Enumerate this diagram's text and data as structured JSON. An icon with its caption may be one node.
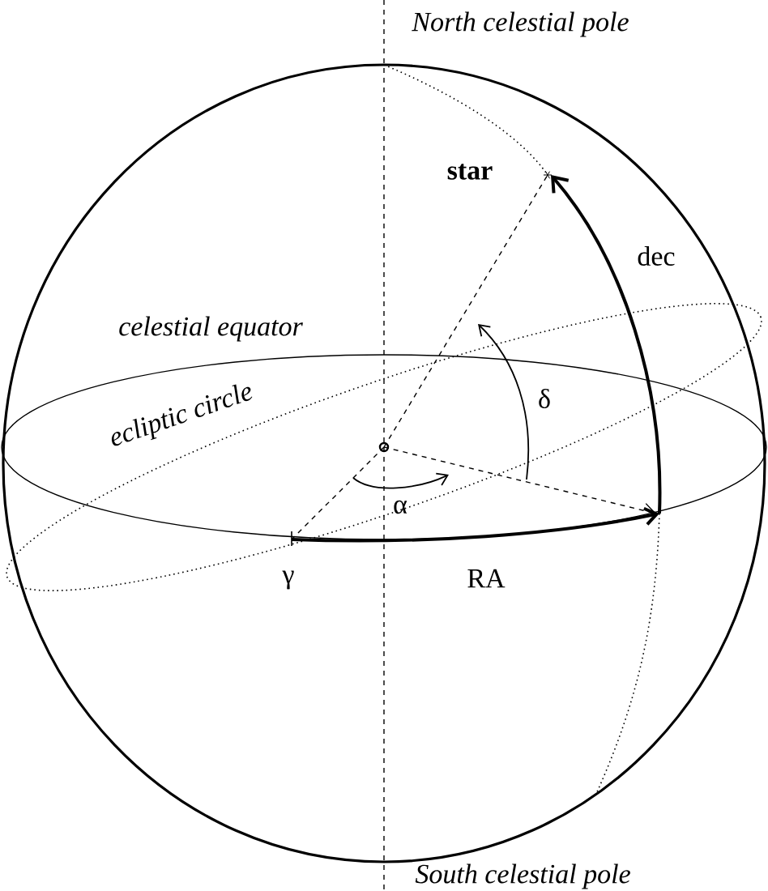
{
  "diagram": {
    "labels": [
      "North celestial pole",
      "star",
      "dec",
      "celestial equator",
      "δ",
      "ecliptic circle",
      "α",
      "γ",
      "RA",
      "South celestial pole"
    ]
  }
}
